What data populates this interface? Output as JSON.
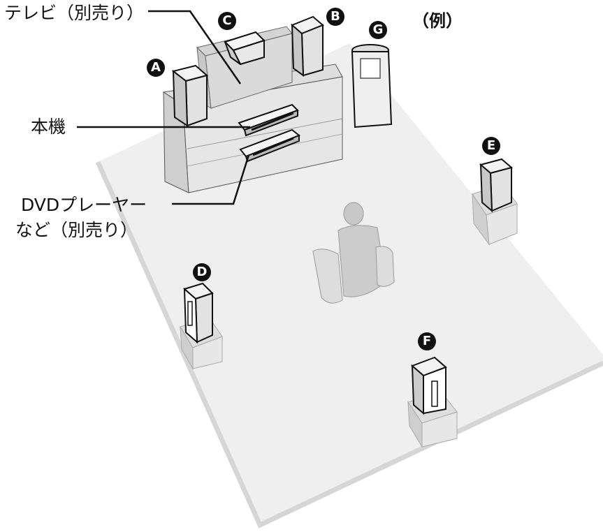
{
  "labels": {
    "tv": "テレビ（別売り）",
    "unit": "本機",
    "dvd_line1": "DVDプレーヤー",
    "dvd_line2": "など（別売り）",
    "example": "（例）"
  },
  "speakers": {
    "a": "A",
    "b": "B",
    "c": "C",
    "d": "D",
    "e": "E",
    "f": "F",
    "g": "G"
  },
  "colors": {
    "floor": "#efefef",
    "floor_shadow": "#d6d6d6",
    "furniture": "#e4e4e4",
    "furniture_dark": "#cfcfcf",
    "outline": "#111111"
  }
}
